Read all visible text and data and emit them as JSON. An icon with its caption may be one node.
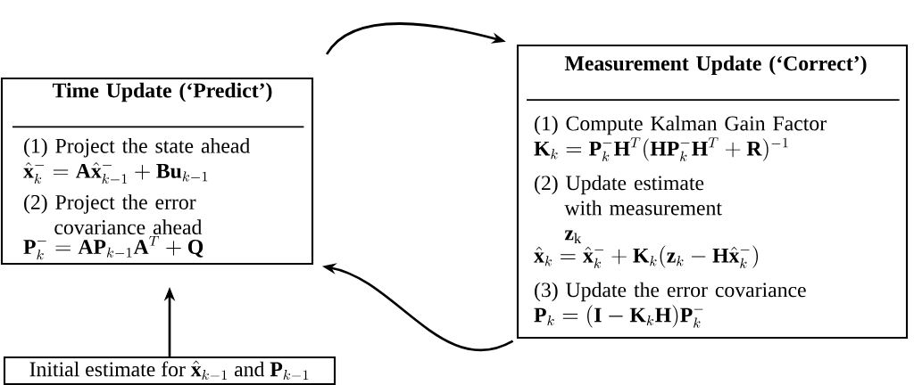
{
  "diagram": {
    "nodes": [
      {
        "text": [
          "Time Update (‘Predict’)",
          "(1) Project the state ahead",
          "\\hat{\\mathbf{x}}_k^- = \\mathbf{A}\\hat{\\mathbf{x}}_{k-1}^- + \\mathbf{B}\\mathbf{u}_{k-1}",
          "(2) Project the error covariance ahead",
          "\\mathbf{P}_k^- = \\mathbf{A}\\mathbf{P}_{k-1}\\mathbf{A}^T + \\mathbf{Q}"
        ]
      },
      {
        "text": [
          "Measurement Update (‘Correct’)",
          "(1) Compute Kalman Gain Factor",
          "\\mathbf{K}_k = \\mathbf{P}_k^-\\mathbf{H}^T(\\mathbf{H}\\mathbf{P}_k^-\\mathbf{H}^T + \\mathbf{R})^{-1}",
          "(2) Update estimate with measurement **z**$_{k}$",
          "\\hat{\\mathbf{x}}_k = \\hat{\\mathbf{x}}_k^- + \\mathbf{K}_k(\\mathbf{z}_k - \\mathbf{H}\\hat{\\mathbf{x}}^-_k)",
          "(3) Update the error covariance",
          "\\mathbf{P}_k = (\\mathbf{I} - \\mathbf{K}_k\\mathbf{H})\\mathbf{P}_k^-"
        ]
      },
      {
        "text": [
          "\\text{Initial estimate for }\\hat{\\mathbf{x}}_{k-1}\\text{ and }\\mathbf{P}_{k-1}"
        ]
      }
    ],
    "edges": [
      {
        "from": 0,
        "to": 1,
        "arrow": "to"
      },
      {
        "from": 1,
        "to": 0,
        "arrow": "to"
      },
      {
        "from": 2,
        "to": 0,
        "arrow": "to"
      }
    ]
  }
}
